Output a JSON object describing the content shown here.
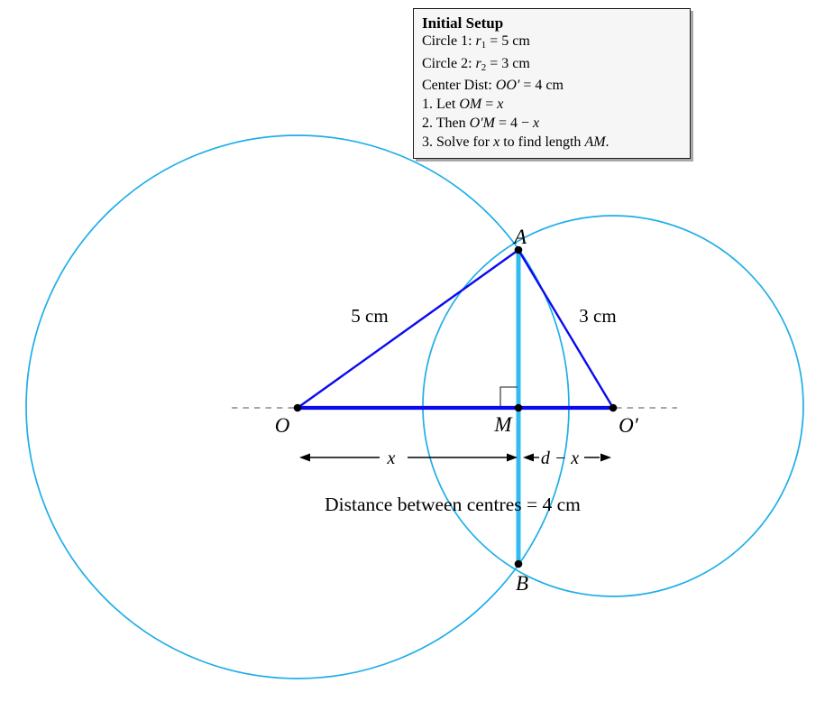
{
  "colors": {
    "circle_stroke": "#1faee9",
    "chord": "#30bcf2",
    "triangle_blue": "#0a0af0",
    "dashed_gray": "#8a8a8a",
    "dot_black": "#000000",
    "right_angle_mark": "#444444",
    "arrow_black": "#000000",
    "info_box_bg": "#f6f6f6",
    "info_box_border": "#1a1a1a"
  },
  "info_box": {
    "title": "Initial Setup",
    "lines": [
      [
        {
          "t": "Circle 1: "
        },
        {
          "t": "r",
          "s": "i"
        },
        {
          "t": "1",
          "s": "sub"
        },
        {
          "t": " = 5 cm"
        }
      ],
      [
        {
          "t": "Circle 2: "
        },
        {
          "t": "r",
          "s": "i"
        },
        {
          "t": "2",
          "s": "sub"
        },
        {
          "t": " = 3 cm"
        }
      ],
      [
        {
          "t": "Center Dist: "
        },
        {
          "t": "OO′",
          "s": "i"
        },
        {
          "t": " = 4 cm"
        }
      ],
      [
        {
          "t": "1. Let "
        },
        {
          "t": "OM",
          "s": "i"
        },
        {
          "t": " = "
        },
        {
          "t": "x",
          "s": "i"
        }
      ],
      [
        {
          "t": "2. Then "
        },
        {
          "t": "O′M",
          "s": "i"
        },
        {
          "t": " = 4 − "
        },
        {
          "t": "x",
          "s": "i"
        }
      ],
      [
        {
          "t": "3. Solve for "
        },
        {
          "t": "x",
          "s": "i"
        },
        {
          "t": " to find length "
        },
        {
          "t": "AM",
          "s": "i"
        },
        {
          "t": "."
        }
      ]
    ]
  },
  "diagram": {
    "labels": {
      "A": "A",
      "B": "B",
      "O": "O",
      "M": "M",
      "O_prime": "O′",
      "radius1": "5 cm",
      "radius2": "3 cm",
      "dim_x": "x",
      "dim_d_minus_x": "d − x",
      "distance_note": "Distance between centres = 4 cm"
    }
  }
}
